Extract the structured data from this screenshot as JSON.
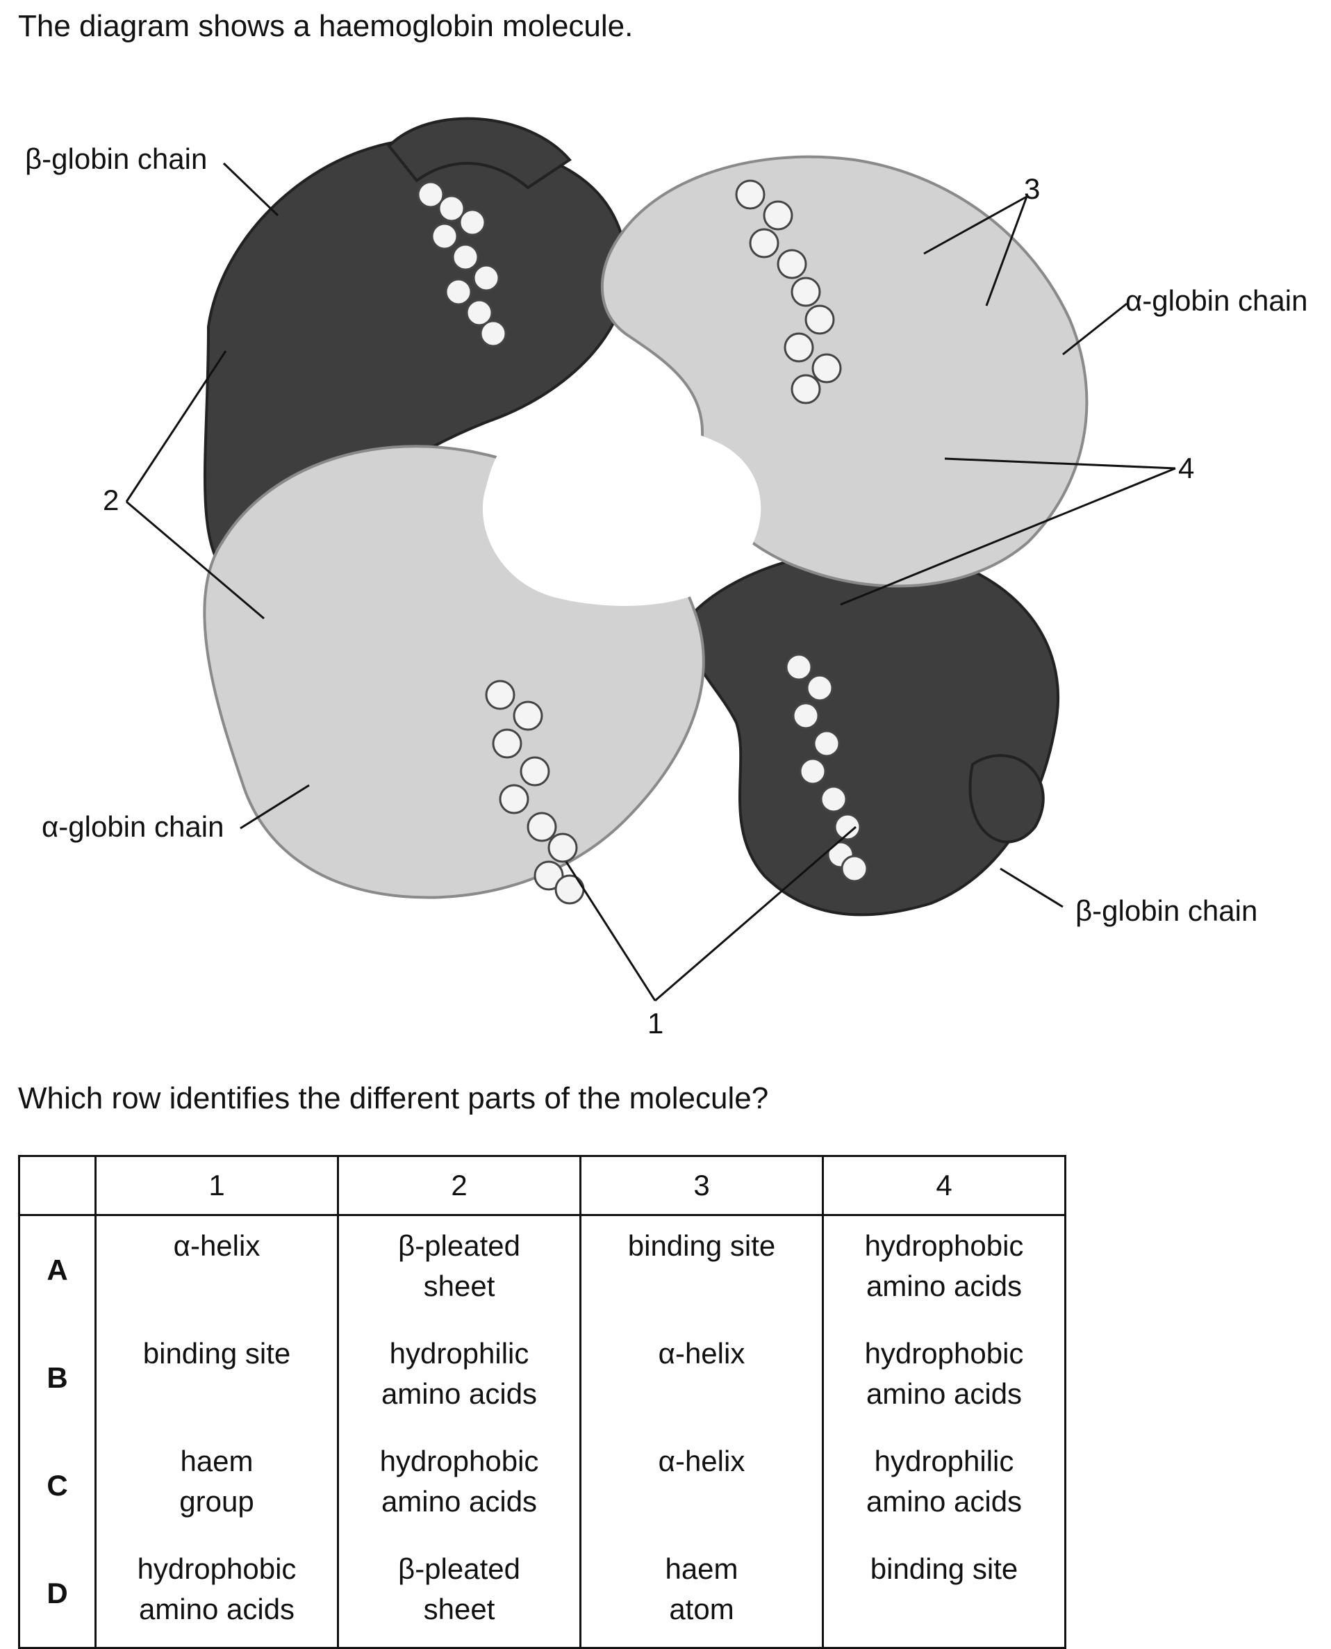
{
  "intro": "The diagram shows a haemoglobin molecule.",
  "diagram": {
    "labels": {
      "beta_top": "β-globin chain",
      "alpha_right": "α-globin chain",
      "alpha_left": "α-globin chain",
      "beta_bottom": "β-globin chain"
    },
    "numbers": [
      "1",
      "2",
      "3",
      "4"
    ],
    "colors": {
      "dark_chain": "#3e3e3e",
      "light_chain": "#d2d2d2",
      "atoms": "#f4f4f4"
    }
  },
  "question": "Which row identifies the different parts of the molecule?",
  "table": {
    "headers": [
      "",
      "1",
      "2",
      "3",
      "4"
    ],
    "rows": [
      {
        "key": "A",
        "cells": [
          [
            "α-helix"
          ],
          [
            "β-pleated",
            "sheet"
          ],
          [
            "binding site"
          ],
          [
            "hydrophobic",
            "amino acids"
          ]
        ]
      },
      {
        "key": "B",
        "cells": [
          [
            "binding site"
          ],
          [
            "hydrophilic",
            "amino acids"
          ],
          [
            "α-helix"
          ],
          [
            "hydrophobic",
            "amino acids"
          ]
        ]
      },
      {
        "key": "C",
        "cells": [
          [
            "haem",
            "group"
          ],
          [
            "hydrophobic",
            "amino acids"
          ],
          [
            "α-helix"
          ],
          [
            "hydrophilic",
            "amino acids"
          ]
        ]
      },
      {
        "key": "D",
        "cells": [
          [
            "hydrophobic",
            "amino acids"
          ],
          [
            "β-pleated",
            "sheet"
          ],
          [
            "haem",
            "atom"
          ],
          [
            "binding site"
          ]
        ]
      }
    ]
  }
}
